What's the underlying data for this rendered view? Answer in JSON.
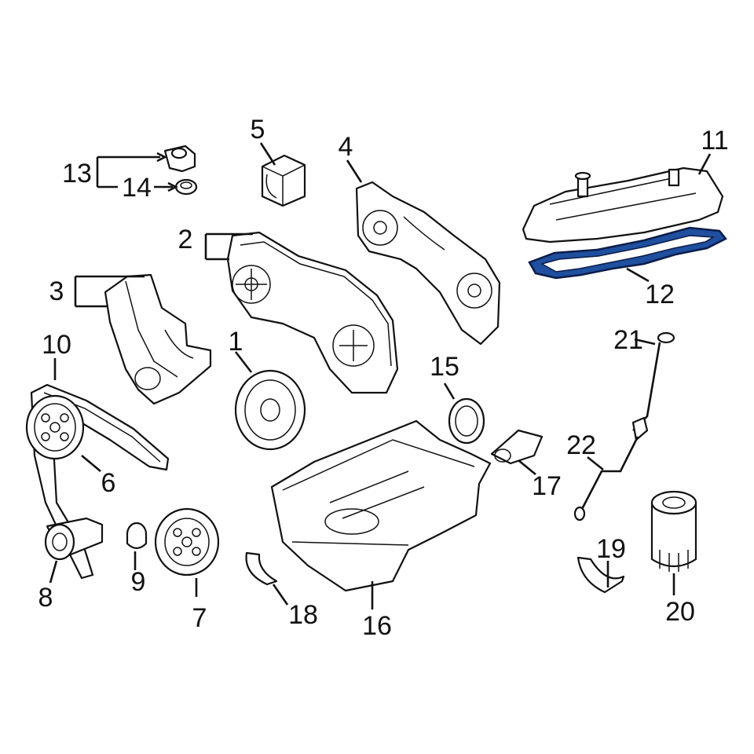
{
  "callouts": [
    {
      "id": "1",
      "text": "1"
    },
    {
      "id": "2",
      "text": "2"
    },
    {
      "id": "3",
      "text": "3"
    },
    {
      "id": "4",
      "text": "4"
    },
    {
      "id": "5",
      "text": "5"
    },
    {
      "id": "6",
      "text": "6"
    },
    {
      "id": "7",
      "text": "7"
    },
    {
      "id": "8",
      "text": "8"
    },
    {
      "id": "9",
      "text": "9"
    },
    {
      "id": "10",
      "text": "10"
    },
    {
      "id": "11",
      "text": "11"
    },
    {
      "id": "12",
      "text": "12"
    },
    {
      "id": "13",
      "text": "13"
    },
    {
      "id": "14",
      "text": "14"
    },
    {
      "id": "15",
      "text": "15"
    },
    {
      "id": "16",
      "text": "16"
    },
    {
      "id": "17",
      "text": "17"
    },
    {
      "id": "18",
      "text": "18"
    },
    {
      "id": "19",
      "text": "19"
    },
    {
      "id": "20",
      "text": "20"
    },
    {
      "id": "21",
      "text": "21"
    },
    {
      "id": "22",
      "text": "22"
    }
  ],
  "highlight_color": "#1f4f9e",
  "highlighted_part": "12"
}
